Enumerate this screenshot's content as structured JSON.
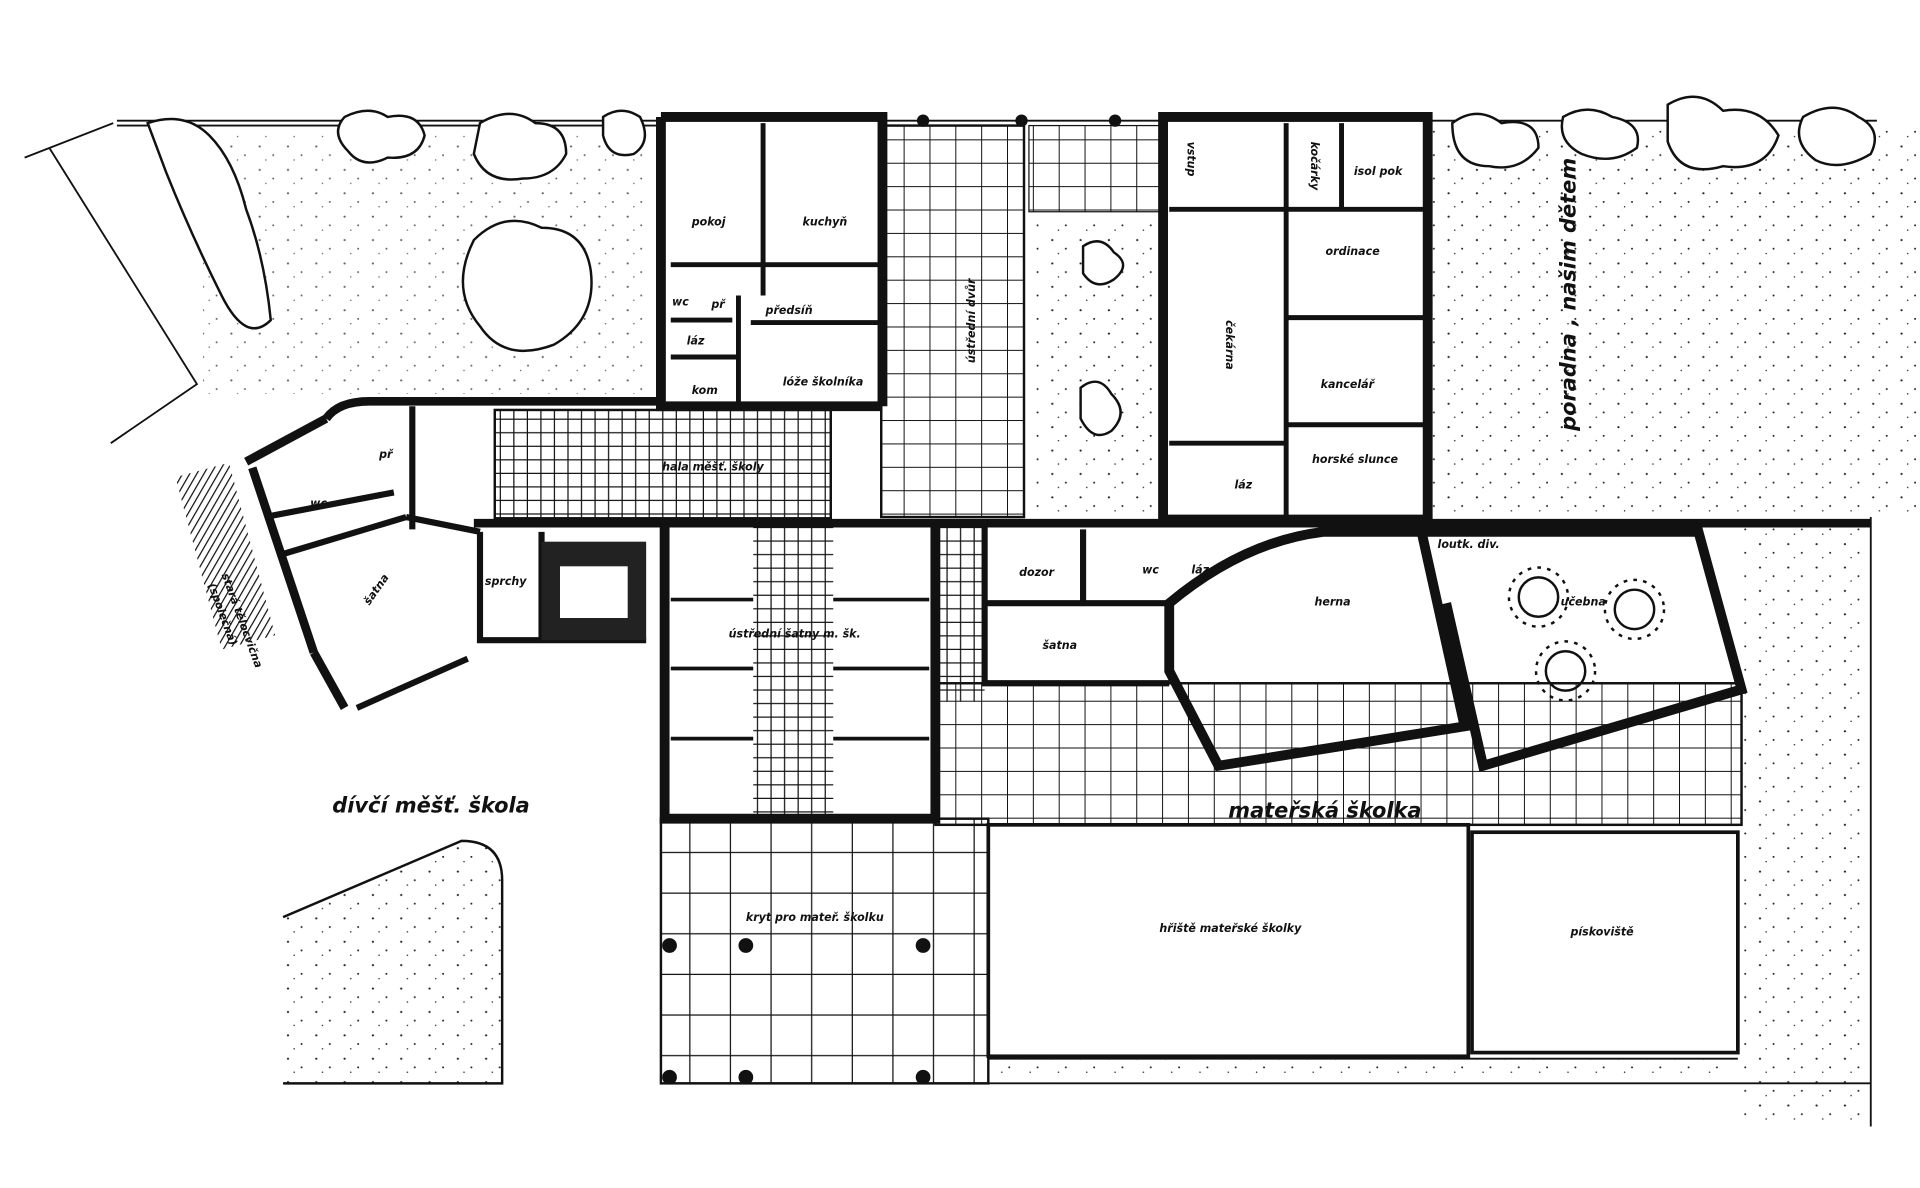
{
  "colors": {
    "ink": "#111111",
    "paper": "#ffffff"
  },
  "labels": {
    "pokoj": "pokoj",
    "kuchyn": "kuchyň",
    "predsin": "předsíň",
    "wc_house": "wc",
    "pr_house": "př",
    "laz_house": "láz",
    "kom": "kom",
    "loze_skolnika": "lóže školníka",
    "ustredni_dvur": "ústřední dvůr",
    "vstup": "vstup",
    "kocarky": "kočárky",
    "isol_pok": "isol pok",
    "ordinace": "ordinace",
    "cekarna": "čekárna",
    "kancelar": "kancelář",
    "horske_slunce": "horské slunce",
    "laz_poradna": "láz",
    "poradna": "poradna , našim dětem",
    "pr_school": "př",
    "wc_school": "wc",
    "satna_school": "šatna",
    "sprchy": "sprchy",
    "telocvicna": "stará tělocvična",
    "telocvicna_note": "(společná)",
    "hala": "hala měšť. školy",
    "ustredni_satny": "ústřední šatny m. šk.",
    "dozor": "dozor",
    "wc_ms": "wc",
    "laz_ms": "láz",
    "satna_ms": "šatna",
    "herna": "herna",
    "loutk_div": "loutk. div.",
    "ucebna": "učebna",
    "materska_skolka": "mateřská školka",
    "kryt": "kryt pro mateř. školku",
    "hriste": "hřiště mateřské školky",
    "piskoviste": "pískoviště",
    "divci_skola": "dívčí měšť. škola"
  }
}
